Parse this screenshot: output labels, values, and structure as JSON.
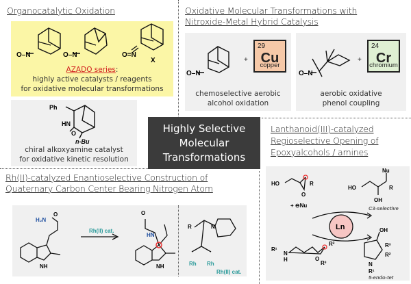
{
  "sections": {
    "organocatalytic": {
      "title": "Organocatalytic Oxidation",
      "azado_label": "AZADO series",
      "azado_colon": ":",
      "azado_line1": "highly active catalysts / reagents",
      "azado_line2": "for oxidative molecular transformations",
      "chiral_line1": "chiral alkoxyamine catalyst",
      "chiral_line2": "for oxidative kinetic resolution",
      "atoms": {
        "ph": "Ph",
        "hn": "HN",
        "o": "O",
        "nbu": "n-Bu",
        "on": "O–N",
        "x": "X"
      }
    },
    "hybrid": {
      "title_line1": "Oxidative Molecular Transformations with",
      "title_line2": "Nitroxide-Metal Hybrid Catalysis",
      "copper": {
        "number": "29",
        "symbol": "Cu",
        "name": "copper",
        "color": "#f6c9a8"
      },
      "chromium": {
        "number": "24",
        "symbol": "Cr",
        "name": "chromium",
        "color": "#dff0d3"
      },
      "plus": "+",
      "cu_caption_line1": "chemoselective aerobic",
      "cu_caption_line2": "alcohol oxidation",
      "cr_caption_line1": "aerobic oxidative",
      "cr_caption_line2": "phenol coupling"
    },
    "center": {
      "line1": "Highly Selective",
      "line2": "Molecular",
      "line3": "Transformations"
    },
    "lanthanoid": {
      "title_line1": "Lanthanoid(III)-catalyzed",
      "title_line2": "Regioselective Opening of",
      "title_line3": "Epoxyalcohols / amines",
      "catalyst": "Ln",
      "nucleophile": "+ ⊖Nu",
      "product1_label": "C3-selective",
      "product2_label": "5-endo-tet",
      "atoms": {
        "ho": "HO",
        "r": "R",
        "o": "O",
        "nu": "Nu",
        "oh": "OH",
        "r1": "R¹",
        "n": "N",
        "h": "H",
        "r2": "R²",
        "r3": "R³"
      }
    },
    "rhodium": {
      "title_line1": "Rh(II)-catalyzed Enantioselective Construction of",
      "title_line2": "Quaternary Carbon Center Bearing Nitrogen Atom",
      "arrow_label": "Rh(II) cat.",
      "catalyst_label": "Rh(II) cat.",
      "atoms": {
        "h2n": "H₂N",
        "o": "O",
        "nh": "NH",
        "hn": "HN",
        "h": "H",
        "n": "N",
        "r": "R",
        "rh": "Rh"
      },
      "accent_color": "#2a9a9a"
    }
  }
}
